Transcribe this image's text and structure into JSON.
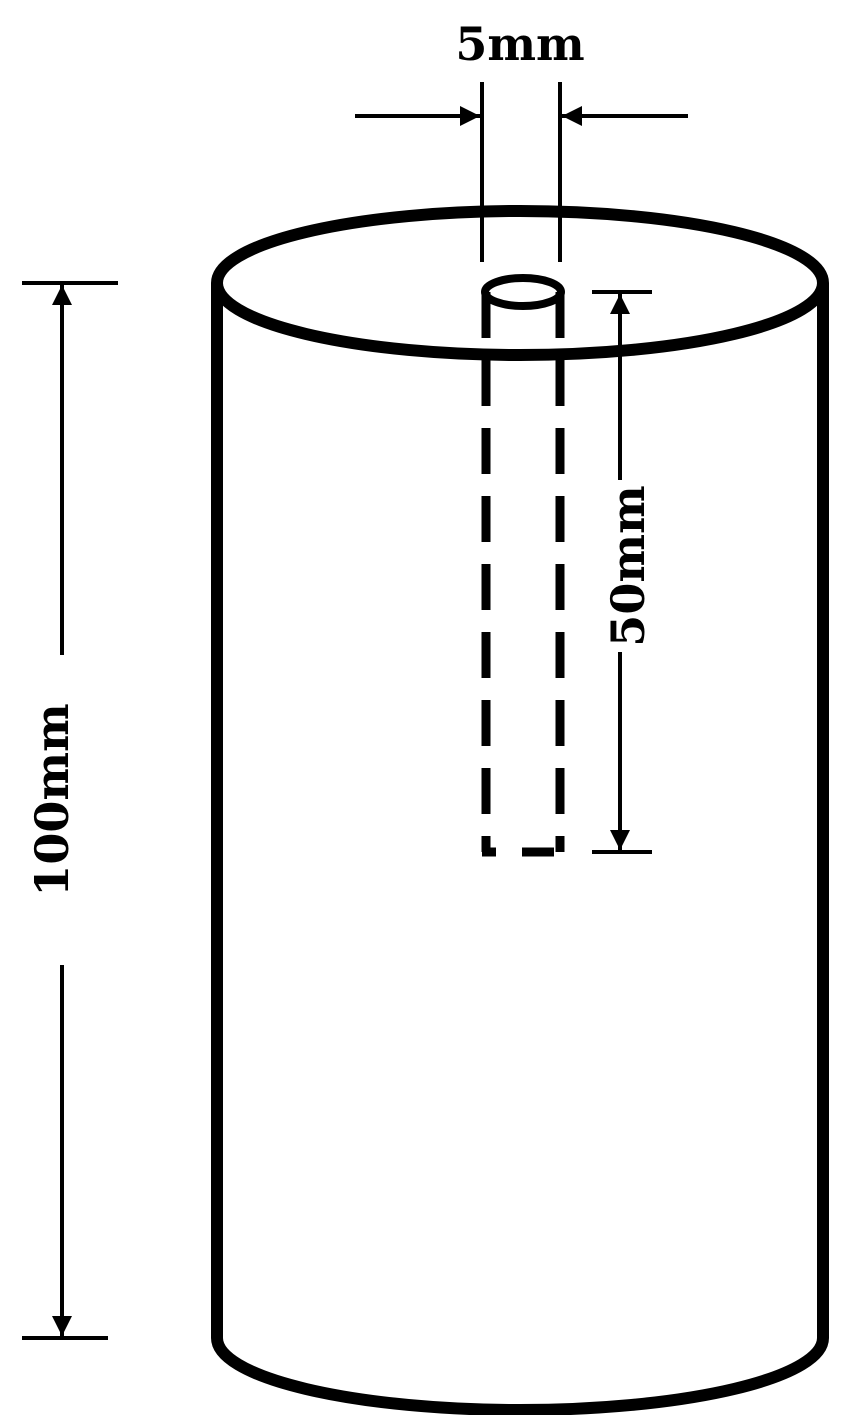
{
  "dimensions": {
    "hole_diameter": "5mm",
    "hole_depth": "50mm",
    "cylinder_height": "100mm"
  },
  "colors": {
    "line": "#000000",
    "background": "#ffffff"
  }
}
